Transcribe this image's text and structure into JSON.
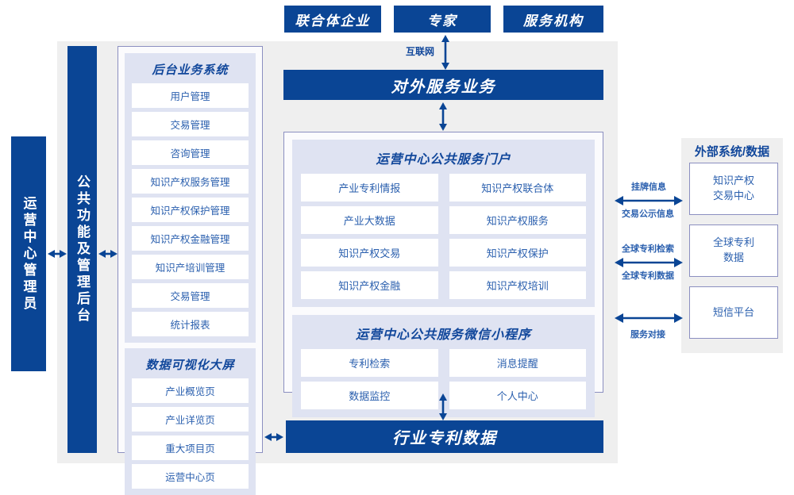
{
  "top_actors": [
    {
      "label": "联合体企业"
    },
    {
      "label": "专家"
    },
    {
      "label": "服务机构"
    }
  ],
  "network_label": "互联网",
  "external_service_bar": "对外服务业务",
  "industry_data_bar": "行业专利数据",
  "left_actor": "运营中心管理员",
  "common_function_bar": "公共功能及管理后台",
  "backend": {
    "title": "后台业务系统",
    "items": [
      "用户管理",
      "交易管理",
      "咨询管理",
      "知识产权服务管理",
      "知识产权保护管理",
      "知识产权金融管理",
      "知识产培训管理",
      "交易管理",
      "统计报表"
    ]
  },
  "visualization": {
    "title": "数据可视化大屏",
    "items": [
      "产业概览页",
      "产业详览页",
      "重大项目页",
      "运营中心页"
    ]
  },
  "portal": {
    "title": "运营中心公共服务门户",
    "items": [
      "产业专利情报",
      "知识产权联合体",
      "产业大数据",
      "知识产权服务",
      "知识产权交易",
      "知识产权保护",
      "知识产权金融",
      "知识产权培训"
    ]
  },
  "miniprogram": {
    "title": "运营中心公共服务微信小程序",
    "items": [
      "专利检索",
      "消息提醒",
      "数据监控",
      "个人中心"
    ]
  },
  "external": {
    "title": "外部系统/数据",
    "systems": [
      {
        "label": "知识产权\n交易中心"
      },
      {
        "label": "全球专利\n数据"
      },
      {
        "label": "短信平台"
      }
    ],
    "connections": [
      {
        "above": "挂牌信息",
        "below": "交易公示信息"
      },
      {
        "above": "全球专利检索",
        "below": "全球专利数据"
      },
      {
        "above": "",
        "below": "服务对接"
      }
    ]
  },
  "colors": {
    "brand_blue": "#0a4595",
    "title_blue": "#11479b",
    "text_blue": "#2a5fae",
    "panel_lavender": "#dfe3f2",
    "canvas_grey": "#efefef",
    "border_violet": "#8b8fc0"
  }
}
